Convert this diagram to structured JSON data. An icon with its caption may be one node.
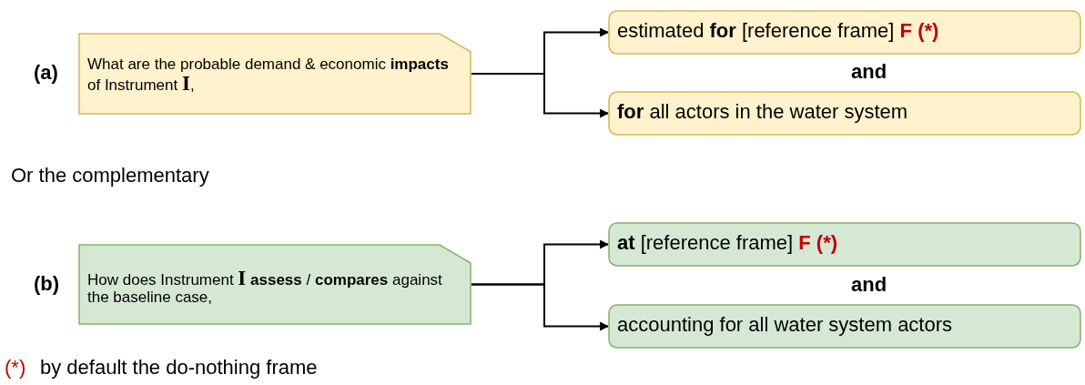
{
  "diagram": {
    "nodes": [
      {
        "text": [
          "What are the probable demand & economic **impacts** of Instrument **I**,"
        ],
        "beside": [
          "(a)"
        ]
      },
      {
        "text": [
          "estimated **for** [reference frame]",
          "F (*)"
        ]
      },
      {
        "text": [
          "**for** all actors in the water system"
        ]
      },
      {
        "text": [
          "How does Instrument **I** **assess** / **compares** against the baseline case,"
        ],
        "beside": [
          "(b)"
        ]
      },
      {
        "text": [
          "**at** [reference frame]",
          "F (*)"
        ]
      },
      {
        "text": [
          "accounting for all water system actors"
        ]
      }
    ],
    "edges": [
      {
        "from": 0,
        "to": 1,
        "arrow": "to"
      },
      {
        "from": 0,
        "to": 2,
        "arrow": "to"
      },
      {
        "from": 3,
        "to": 4,
        "arrow": "to"
      },
      {
        "from": 3,
        "to": 5,
        "arrow": "to"
      }
    ],
    "labels": [
      "and",
      "Or the complementary",
      "and",
      "(*)",
      "by default the do-nothing frame"
    ]
  }
}
